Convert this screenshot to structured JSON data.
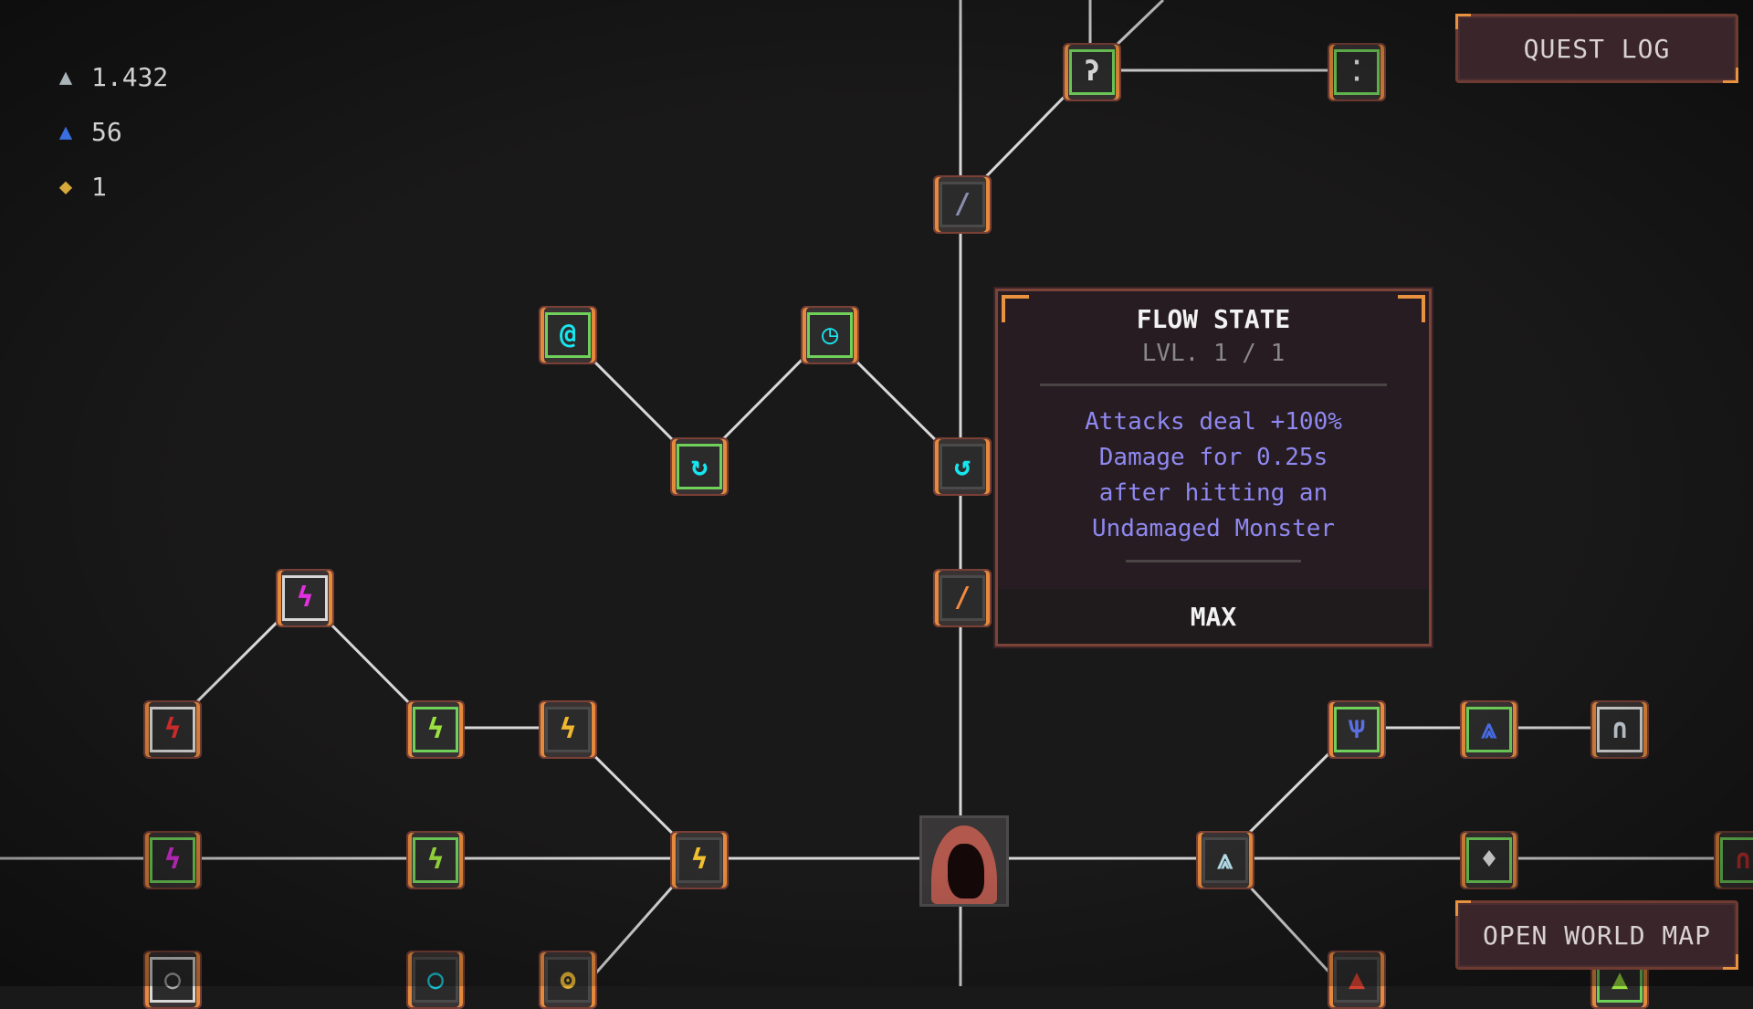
{
  "resources": [
    {
      "icon": "silver-arrow-icon",
      "glyph": "▲",
      "color": "#a8b4b8",
      "value": "1.432"
    },
    {
      "icon": "blue-arrow-icon",
      "glyph": "▲",
      "color": "#3a6fe0",
      "value": "56"
    },
    {
      "icon": "gold-gem-icon",
      "glyph": "◆",
      "color": "#d6a93a",
      "value": "1"
    }
  ],
  "buttons": {
    "quest_log": "QUEST LOG",
    "open_world_map": "OPEN WORLD MAP"
  },
  "tooltip": {
    "title": "FLOW STATE",
    "level": "LVL. 1 / 1",
    "description": [
      "Attacks deal +100%",
      "Damage for 0.25s",
      "after hitting an",
      "Undamaged Monster"
    ],
    "footer": "MAX"
  },
  "colors": {
    "accent": "#e8923f",
    "owned": "#6fd05a",
    "description": "#8f88f0"
  },
  "nodes": [
    {
      "name": "hook-skill",
      "glyph": "ʔ",
      "color": "#e6e6e6",
      "state": "owned"
    },
    {
      "name": "sparkle-skill",
      "glyph": "⁚",
      "color": "#e6e6e6",
      "state": "owned"
    },
    {
      "name": "dagger-skill",
      "glyph": "/",
      "color": "#8a8fb0",
      "state": "locked"
    },
    {
      "name": "swirl-skill",
      "glyph": "@",
      "color": "#17e6f0",
      "state": "owned"
    },
    {
      "name": "clock-skill",
      "glyph": "◷",
      "color": "#17e6f0",
      "state": "owned"
    },
    {
      "name": "spiral-skill",
      "glyph": "↻",
      "color": "#17e6f0",
      "state": "owned"
    },
    {
      "name": "flow-state-skill",
      "glyph": "↺",
      "color": "#17e6f0",
      "state": "locked"
    },
    {
      "name": "flame-sword-skill",
      "glyph": "/",
      "color": "#f08a40",
      "state": "locked"
    },
    {
      "name": "magenta-charge-skill",
      "glyph": "ϟ",
      "color": "#e030e0",
      "state": "special"
    },
    {
      "name": "red-charge-skill",
      "glyph": "ϟ",
      "color": "#e03030",
      "state": "special"
    },
    {
      "name": "green-charge-skill",
      "glyph": "ϟ",
      "color": "#9ae040",
      "state": "owned"
    },
    {
      "name": "yellow-charge-skill",
      "glyph": "ϟ",
      "color": "#f0b830",
      "state": "locked"
    },
    {
      "name": "magenta-bolt-skill",
      "glyph": "ϟ",
      "color": "#e030e0",
      "state": "owned"
    },
    {
      "name": "green-bolt-skill",
      "glyph": "ϟ",
      "color": "#9ae040",
      "state": "owned"
    },
    {
      "name": "yellow-bolt-skill",
      "glyph": "ϟ",
      "color": "#f0c030",
      "state": "locked"
    },
    {
      "name": "twin-arrow-skill",
      "glyph": "⩓",
      "color": "#b8e4f0",
      "state": "locked"
    },
    {
      "name": "winged-skill",
      "glyph": "Ѱ",
      "color": "#5a70e0",
      "state": "owned"
    },
    {
      "name": "blue-twin-arrow-skill",
      "glyph": "⩓",
      "color": "#4a70f0",
      "state": "owned"
    },
    {
      "name": "arch-skill",
      "glyph": "∩",
      "color": "#d0d8e0",
      "state": "special"
    },
    {
      "name": "drop-skill",
      "glyph": "♦",
      "color": "#e6e6e6",
      "state": "owned"
    },
    {
      "name": "magnet-skill",
      "glyph": "∩",
      "color": "#c03030",
      "state": "owned"
    },
    {
      "name": "bottom-gray-skill",
      "glyph": "○",
      "color": "#aaaaaa",
      "state": "special"
    },
    {
      "name": "bottom-cyan-skill",
      "glyph": "○",
      "color": "#17c0d0",
      "state": "locked"
    },
    {
      "name": "bottom-yellow-skill",
      "glyph": "ʘ",
      "color": "#e0b030",
      "state": "locked"
    },
    {
      "name": "bottom-red-skill",
      "glyph": "▲",
      "color": "#d04030",
      "state": "locked"
    },
    {
      "name": "bottom-green-skill",
      "glyph": "▲",
      "color": "#9ae040",
      "state": "owned"
    }
  ]
}
